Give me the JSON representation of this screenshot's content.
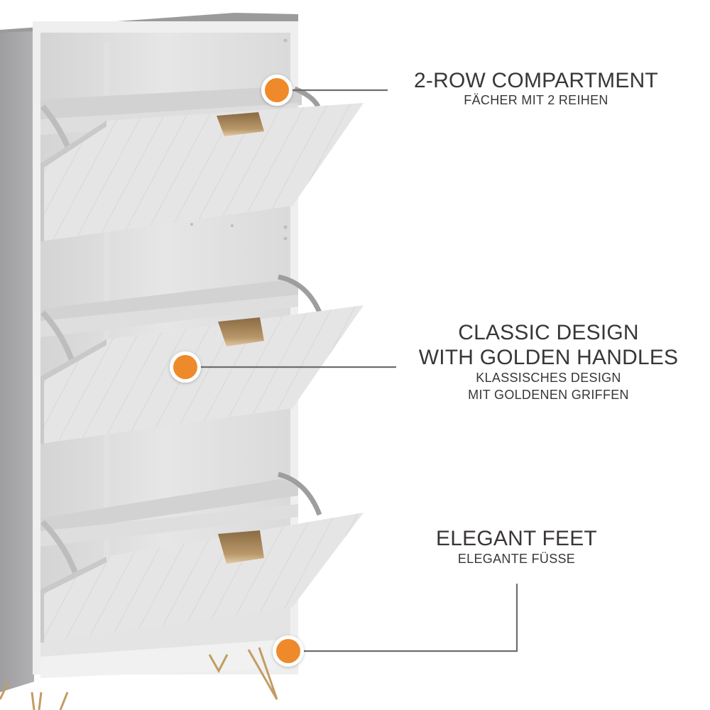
{
  "colors": {
    "background": "#ffffff",
    "cabinet_side": "#a9a9ab",
    "cabinet_top": "#9c9c9e",
    "cabinet_front": "#ececec",
    "cabinet_inner": "#dcdcdc",
    "door": "#e4e4e4",
    "handle": "#b08d5c",
    "legs": "#c8a46c",
    "marker": "#ee8a2a",
    "marker_ring": "#ffffff",
    "leader_line": "#6e6e6e",
    "text": "#3a3636"
  },
  "product": {
    "type": "shoe-cabinet",
    "doors": 3,
    "handles": 3
  },
  "callouts": [
    {
      "title_lines": [
        "2-ROW COMPARTMENT"
      ],
      "subtitle_lines": [
        "FÄCHER MIT 2 REIHEN"
      ]
    },
    {
      "title_lines": [
        "CLASSIC DESIGN",
        "WITH GOLDEN HANDLES"
      ],
      "subtitle_lines": [
        "KLASSISCHES DESIGN",
        "MIT GOLDENEN GRIFFEN"
      ]
    },
    {
      "title_lines": [
        "ELEGANT FEET"
      ],
      "subtitle_lines": [
        "ELEGANTE FÜSSE"
      ]
    }
  ]
}
